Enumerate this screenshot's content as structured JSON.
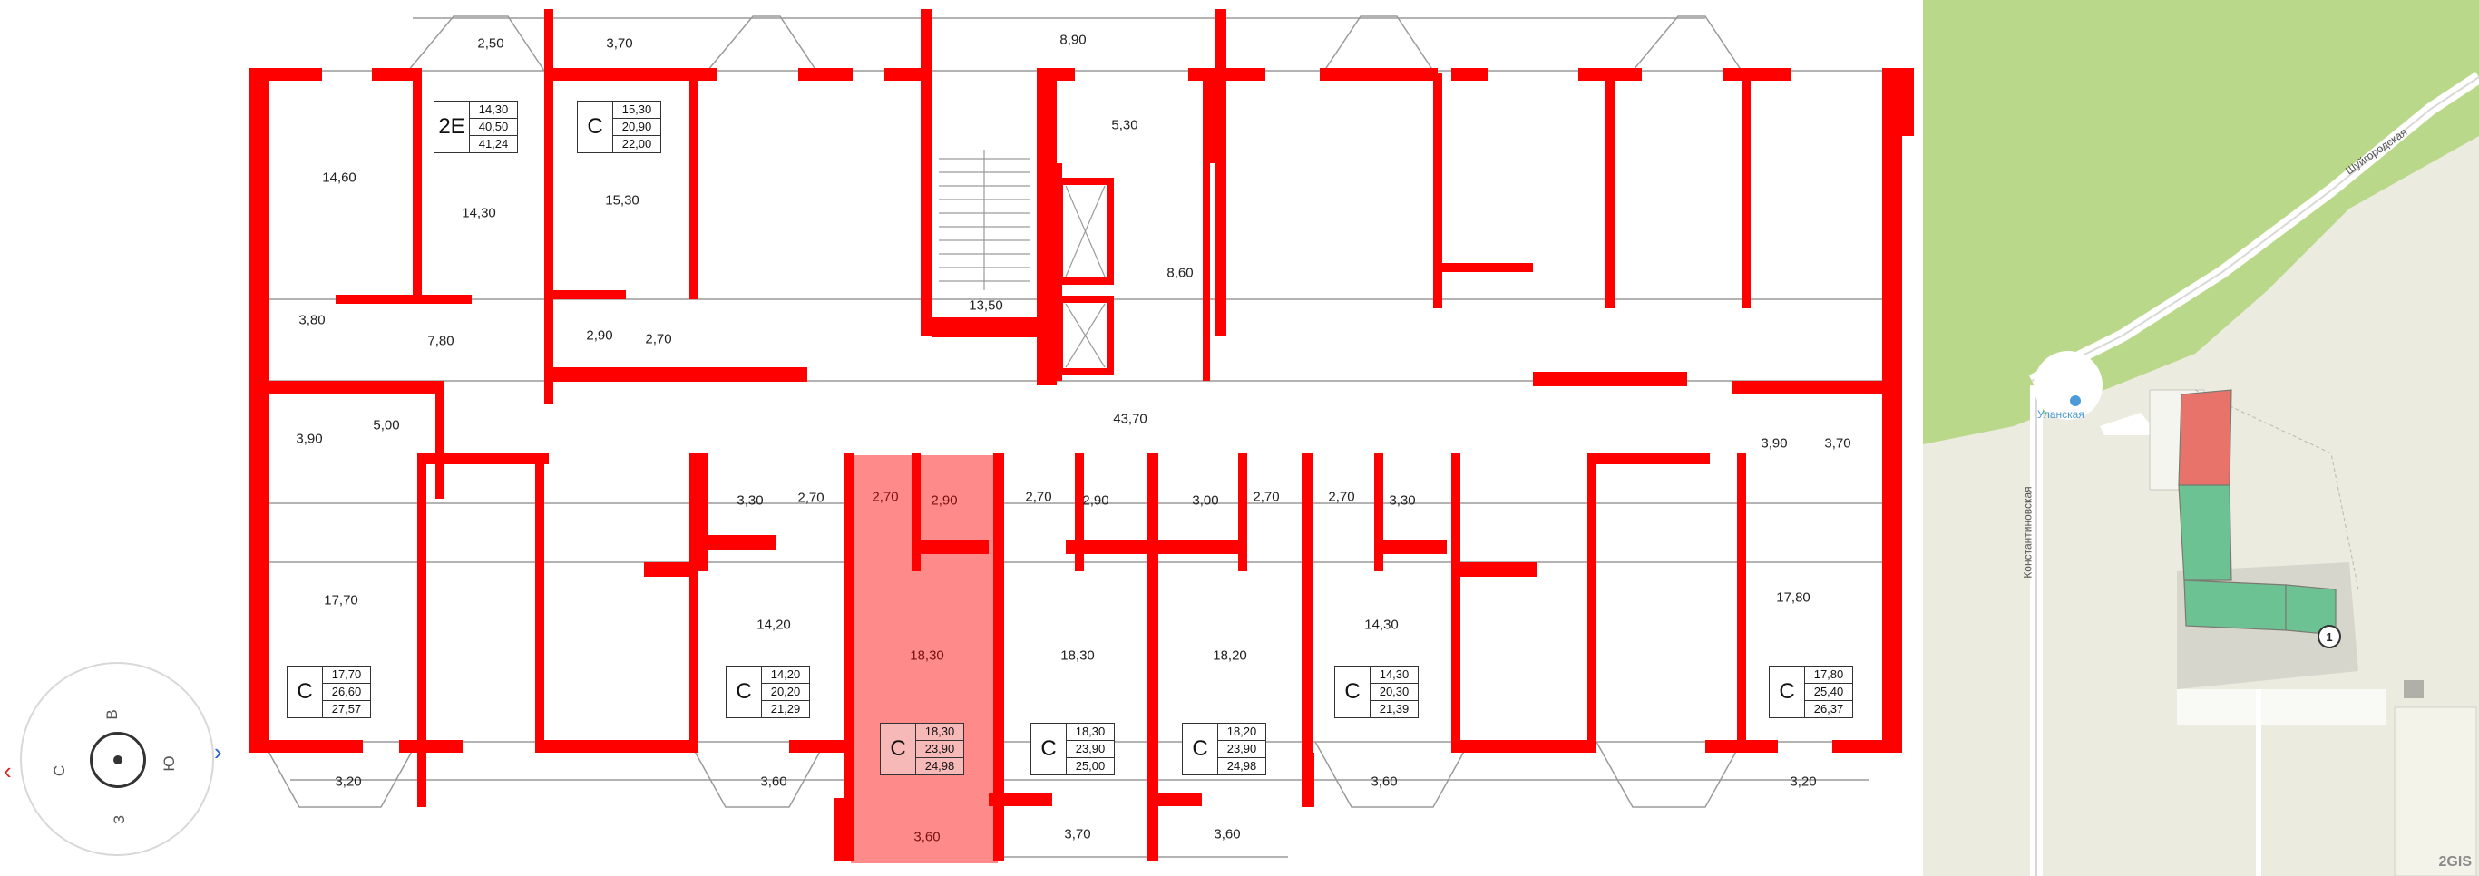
{
  "plan": {
    "rooms": [
      {
        "id": "r1",
        "label": "2,50"
      },
      {
        "id": "r2",
        "label": "3,70"
      },
      {
        "id": "r3",
        "label": "8,90"
      },
      {
        "id": "r4",
        "label": "5,30"
      },
      {
        "id": "r5",
        "label": "14,60"
      },
      {
        "id": "r6",
        "label": "14,30"
      },
      {
        "id": "r7",
        "label": "15,30"
      },
      {
        "id": "r8",
        "label": "13,50"
      },
      {
        "id": "r9",
        "label": "8,60"
      },
      {
        "id": "r10",
        "label": "3,80"
      },
      {
        "id": "r11",
        "label": "7,80"
      },
      {
        "id": "r12",
        "label": "2,90"
      },
      {
        "id": "r13",
        "label": "2,70"
      },
      {
        "id": "r14",
        "label": "43,70"
      },
      {
        "id": "r15",
        "label": "3,90"
      },
      {
        "id": "r16",
        "label": "5,00"
      },
      {
        "id": "r17",
        "label": "3,30"
      },
      {
        "id": "r18",
        "label": "2,70"
      },
      {
        "id": "r19",
        "label": "2,70"
      },
      {
        "id": "r20",
        "label": "2,90"
      },
      {
        "id": "r21",
        "label": "2,70"
      },
      {
        "id": "r22",
        "label": "2,90"
      },
      {
        "id": "r23",
        "label": "3,00"
      },
      {
        "id": "r24",
        "label": "2,70"
      },
      {
        "id": "r25",
        "label": "2,70"
      },
      {
        "id": "r26",
        "label": "3,30"
      },
      {
        "id": "r27",
        "label": "3,90"
      },
      {
        "id": "r28",
        "label": "3,70"
      },
      {
        "id": "r29",
        "label": "17,70"
      },
      {
        "id": "r30",
        "label": "14,20"
      },
      {
        "id": "r31",
        "label": "18,30"
      },
      {
        "id": "r32",
        "label": "18,30"
      },
      {
        "id": "r33",
        "label": "18,20"
      },
      {
        "id": "r34",
        "label": "14,30"
      },
      {
        "id": "r35",
        "label": "17,80"
      },
      {
        "id": "r36",
        "label": "3,20"
      },
      {
        "id": "r37",
        "label": "3,60"
      },
      {
        "id": "r38",
        "label": "3,60"
      },
      {
        "id": "r39",
        "label": "3,70"
      },
      {
        "id": "r40",
        "label": "3,60"
      },
      {
        "id": "r41",
        "label": "3,60"
      },
      {
        "id": "r42",
        "label": "3,20"
      }
    ],
    "units": [
      {
        "type": "2E",
        "values": [
          "14,30",
          "40,50",
          "41,24"
        ]
      },
      {
        "type": "C",
        "values": [
          "15,30",
          "20,90",
          "22,00"
        ]
      },
      {
        "type": "C",
        "values": [
          "17,70",
          "26,60",
          "27,57"
        ]
      },
      {
        "type": "C",
        "values": [
          "14,20",
          "20,20",
          "21,29"
        ]
      },
      {
        "type": "C",
        "values": [
          "18,30",
          "23,90",
          "24,98"
        ],
        "selected": true
      },
      {
        "type": "C",
        "values": [
          "18,30",
          "23,90",
          "25,00"
        ]
      },
      {
        "type": "C",
        "values": [
          "18,20",
          "23,90",
          "24,98"
        ]
      },
      {
        "type": "C",
        "values": [
          "14,30",
          "20,30",
          "21,39"
        ]
      },
      {
        "type": "C",
        "values": [
          "17,80",
          "25,40",
          "26,37"
        ]
      }
    ],
    "colors": {
      "wall": "#ff0000",
      "selected": "#ff8a8a",
      "thin": "#9a9a9a"
    }
  },
  "compass": {
    "north": "С",
    "east": "В",
    "south": "Ю",
    "west": "З",
    "rotate_left_icon": "chevron-left-icon",
    "rotate_right_icon": "chevron-right-icon"
  },
  "map": {
    "streets": {
      "top": "Шуйгородская",
      "left": "Константиновская"
    },
    "poi": "Уланская",
    "marker": "1",
    "watermark": "2GIS",
    "colors": {
      "bg": "#ecebe0",
      "park": "#b9d889",
      "selected": "#e8736b",
      "building": "#6cc293"
    }
  }
}
